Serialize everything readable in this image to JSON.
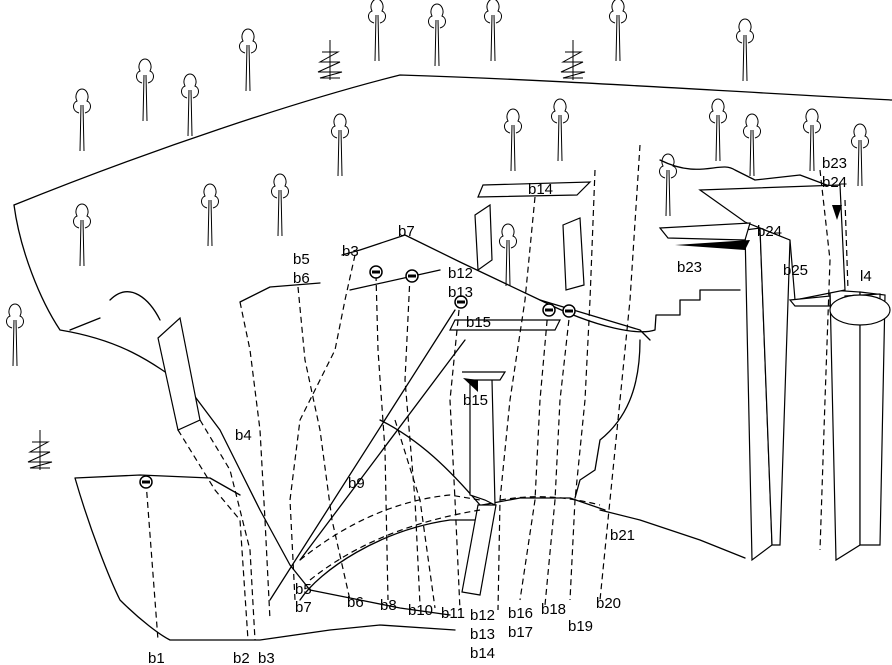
{
  "labels": {
    "b1": "b1",
    "b2": "b2",
    "b3": "b3",
    "b3_top": "b3",
    "b4": "b4",
    "b5_top": "b5",
    "b5_bottom": "b5",
    "b6_top": "b6",
    "b6_bottom": "b6",
    "b7_top": "b7",
    "b7_bottom": "b7",
    "b8": "b8",
    "b9": "b9",
    "b10": "b10",
    "b11": "b11",
    "b12_top": "b12",
    "b12_bottom": "b12",
    "b13_top": "b13",
    "b13_bottom": "b13",
    "b14_top": "b14",
    "b14_bottom": "b14",
    "b15_top": "b15",
    "b15_mid": "b15",
    "b16": "b16",
    "b17": "b17",
    "b18": "b18",
    "b19": "b19",
    "b20": "b20",
    "b21": "b21",
    "b23_top": "b23",
    "b23_mid": "b23",
    "b24_top": "b24",
    "b24_mid": "b24",
    "b25": "b25",
    "l4": "l4"
  }
}
